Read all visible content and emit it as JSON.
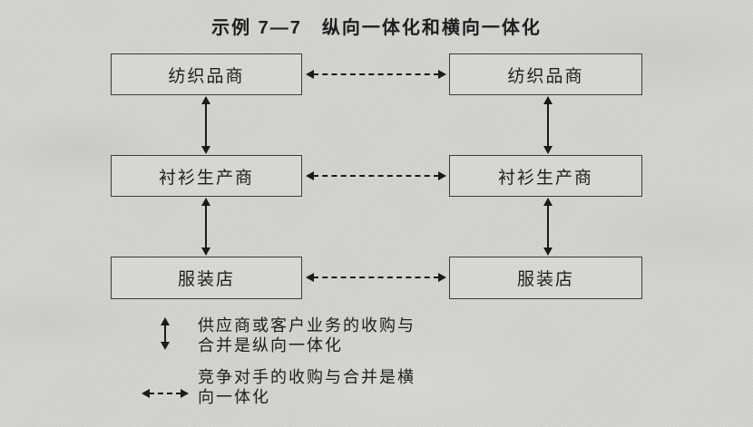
{
  "figure": {
    "title": "示例 7—7　纵向一体化和横向一体化"
  },
  "diagram": {
    "columns": [
      {
        "name": "left-chain",
        "boxes": [
          {
            "label": "纺织品商"
          },
          {
            "label": "衬衫生产商"
          },
          {
            "label": "服装店"
          }
        ]
      },
      {
        "name": "right-chain",
        "boxes": [
          {
            "label": "纺织品商"
          },
          {
            "label": "衬衫生产商"
          },
          {
            "label": "服装店"
          }
        ]
      }
    ],
    "arrows": {
      "vertical_style": "solid double-headed",
      "horizontal_style": "dashed double-headed"
    }
  },
  "legend": {
    "vertical_integration": {
      "line1": "供应商或客户业务的收购与",
      "line2": "合并是纵向一体化"
    },
    "horizontal_integration": {
      "line1": "竞争对手的收购与合并是横",
      "line2": "向一体化"
    }
  },
  "colors": {
    "paper": "#d2d3cf",
    "box_fill": "#d6d7d3",
    "box_border": "#3b3b3b",
    "ink": "#1e1e1e",
    "arrow": "#1a1a1a"
  }
}
